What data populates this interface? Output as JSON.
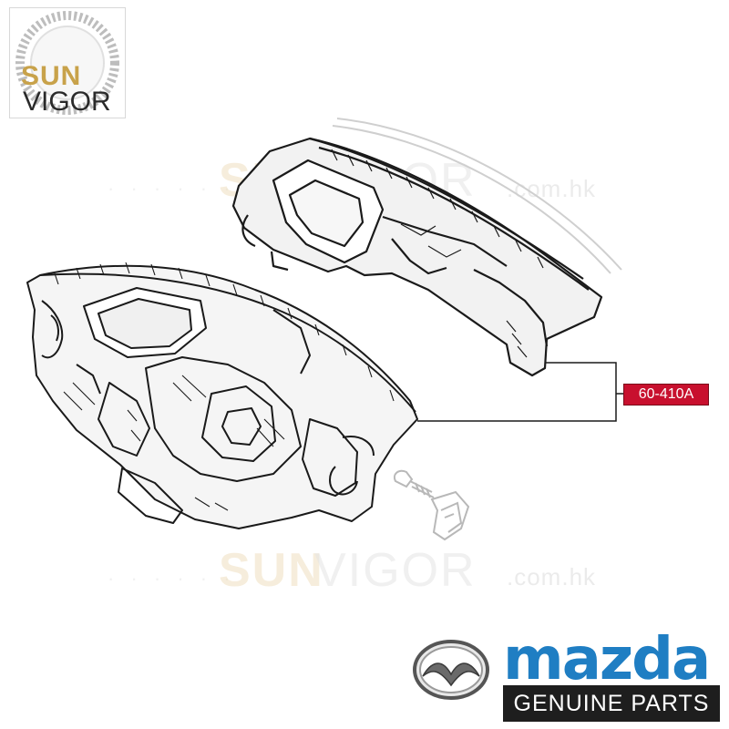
{
  "logo": {
    "line1": "SUN",
    "line2": "VIGOR"
  },
  "watermark": {
    "dots": "· · · · · ·",
    "brand_a": "SUN",
    "brand_b": "VIGOR",
    "domain": ".com.hk"
  },
  "callout": {
    "part_number": "60-410A"
  },
  "branding": {
    "wordmark": "mazda",
    "tagline": "GENUINE PARTS"
  },
  "colors": {
    "callout_fill": "#c8102e",
    "mazda_blue": "#1f7ec3",
    "bar": "#1e1e1e"
  }
}
